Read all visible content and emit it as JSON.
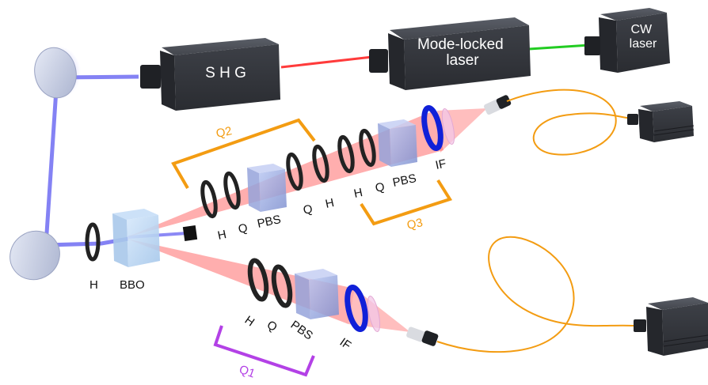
{
  "devices": {
    "cw_laser": [
      "CW",
      "laser"
    ],
    "mode_locked_laser": [
      "Mode-locked",
      "laser"
    ],
    "shg": "S H G"
  },
  "upper_arm": {
    "labels": [
      "H",
      "Q",
      "PBS",
      "Q",
      "H",
      "H",
      "Q",
      "PBS",
      "IF"
    ],
    "group_q2": "Q2",
    "group_q3": "Q3"
  },
  "source": {
    "hwp": "H",
    "crystal": "BBO"
  },
  "lower_arm": {
    "labels": [
      "H",
      "Q",
      "PBS",
      "IF"
    ],
    "group_q1": "Q1"
  },
  "colors": {
    "uv_beam": "#6f6cf2",
    "red_beam": "#ff3b3b",
    "green_beam": "#22cc22",
    "q2_bracket": "#f39c12",
    "q3_bracket": "#f39c12",
    "q1_bracket": "#b341e6",
    "fiber": "#f39c12",
    "device_body": "#3b3e45"
  }
}
